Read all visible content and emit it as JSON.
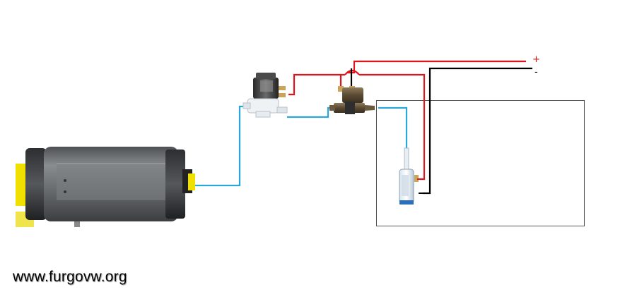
{
  "diagram": {
    "components": [
      {
        "id": "heater",
        "name": "heater"
      },
      {
        "id": "valve-1",
        "name": "solenoid valve"
      },
      {
        "id": "valve-2",
        "name": "solenoid valve"
      },
      {
        "id": "tank",
        "name": "water tank"
      },
      {
        "id": "pump",
        "name": "submersible pump"
      }
    ],
    "terminals": {
      "positive": "+",
      "negative": "-"
    },
    "website": "www.furgovw.org"
  },
  "colors": {
    "water_line": "#2aa7d8",
    "positive_wire": "#e0141c",
    "negative_wire": "#000000",
    "tank_outline": "#555555",
    "heater_body": "#6f7275",
    "heater_accent": "#f0e000"
  }
}
